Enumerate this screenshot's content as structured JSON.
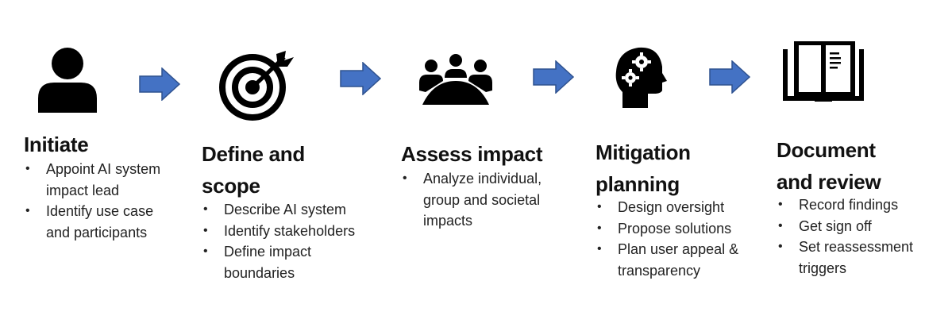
{
  "colors": {
    "arrow_fill": "#4472C4",
    "arrow_stroke": "#2F528F",
    "icon": "#000000"
  },
  "steps": [
    {
      "icon": "person-icon",
      "title": "Initiate",
      "bullets": [
        "Appoint AI system impact lead",
        "Identify use case and participants"
      ]
    },
    {
      "icon": "target-icon",
      "title": "Define and scope",
      "bullets": [
        "Describe AI system",
        "Identify stakeholders",
        "Define impact boundaries"
      ]
    },
    {
      "icon": "meeting-icon",
      "title": "Assess impact",
      "bullets": [
        "Analyze individual, group and societal impacts"
      ]
    },
    {
      "icon": "head-gears-icon",
      "title": "Mitigation planning",
      "bullets": [
        "Design oversight",
        "Propose solutions",
        "Plan user appeal & transparency"
      ]
    },
    {
      "icon": "open-book-icon",
      "title": "Document and review",
      "bullets": [
        "Record findings",
        "Get sign off",
        "Set reassessment triggers"
      ]
    }
  ]
}
